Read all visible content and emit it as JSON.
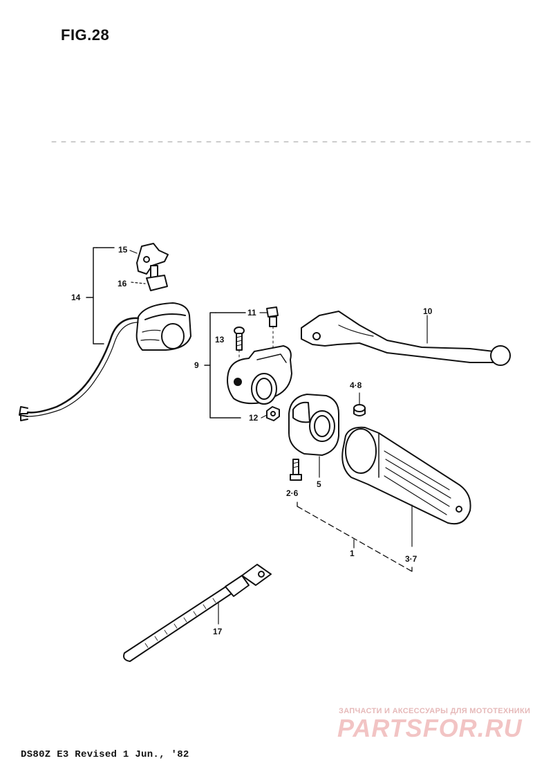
{
  "figure": {
    "title": "FIG.28"
  },
  "labels": {
    "p1": "1",
    "p2_6": "2·6",
    "p3_7": "3·7",
    "p4_8": "4·8",
    "p5": "5",
    "p9": "9",
    "p10": "10",
    "p11": "11",
    "p12": "12",
    "p13": "13",
    "p14": "14",
    "p15": "15",
    "p16": "16",
    "p17": "17"
  },
  "footer": {
    "text": "DS80Z E3 Revised 1 Jun., '82"
  },
  "watermark": {
    "caption": "ЗАПЧАСТИ И АКСЕССУАРЫ ДЛЯ МОТОТЕХНИКИ",
    "logo": "PARTSFOR.RU"
  }
}
